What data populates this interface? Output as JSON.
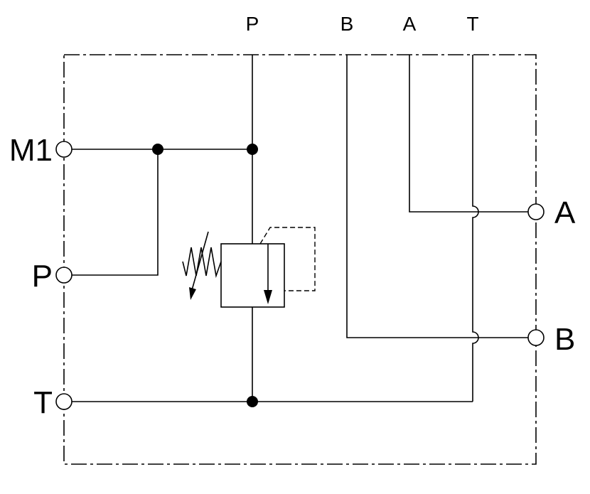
{
  "diagram": {
    "top_ports": [
      "P",
      "B",
      "A",
      "T"
    ],
    "side_ports_left": [
      "M1",
      "P",
      "T"
    ],
    "side_ports_right": [
      "A",
      "B"
    ]
  }
}
